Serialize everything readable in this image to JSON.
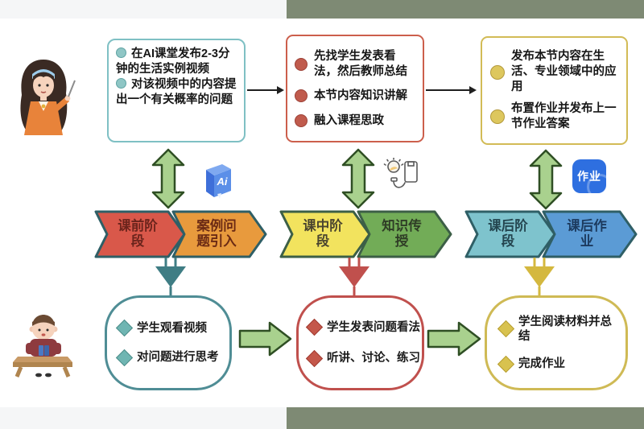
{
  "palette": {
    "sage_bg": "#7E8A74",
    "light_gray_bg": "#F5F6F7",
    "pre_box_border": "#7FC0C4",
    "mid_box_border": "#CC5F4C",
    "post_box_border": "#D2BB56",
    "stage_chevron_colors": [
      "#D9584A",
      "#F2E35E",
      "#7EC3CD"
    ],
    "method_chevron_colors": [
      "#E89A3D",
      "#72AC57",
      "#5B9BD5"
    ],
    "green_arrow_fill": "#A9D18E",
    "green_arrow_stroke": "#2F4F24",
    "funnel_colors": [
      "#3F7D84",
      "#C0504D",
      "#D4B83F"
    ]
  },
  "icons": {
    "ai_label": "Ai",
    "homework_label": "作业"
  },
  "phases": [
    {
      "stage": "课前阶段",
      "method": "案例问题引入",
      "plan_items": [
        "在AI课堂发布2-3分钟的生活实例视频",
        "对该视频中的内容提出一个有关概率的问题"
      ],
      "student_items": [
        "学生观看视频",
        "对问题进行思考"
      ]
    },
    {
      "stage": "课中阶段",
      "method": "知识传授",
      "plan_items": [
        "先找学生发表看法，然后教师总结",
        "本节内容知识讲解",
        "融入课程思政"
      ],
      "student_items": [
        "学生发表问题看法",
        "听讲、讨论、练习"
      ]
    },
    {
      "stage": "课后阶段",
      "method": "课后作业",
      "plan_items": [
        "发布本节内容在生活、专业领域中的应用",
        "布置作业并发布上一节作业答案"
      ],
      "student_items": [
        "学生阅读材料并总结",
        "完成作业"
      ]
    }
  ]
}
